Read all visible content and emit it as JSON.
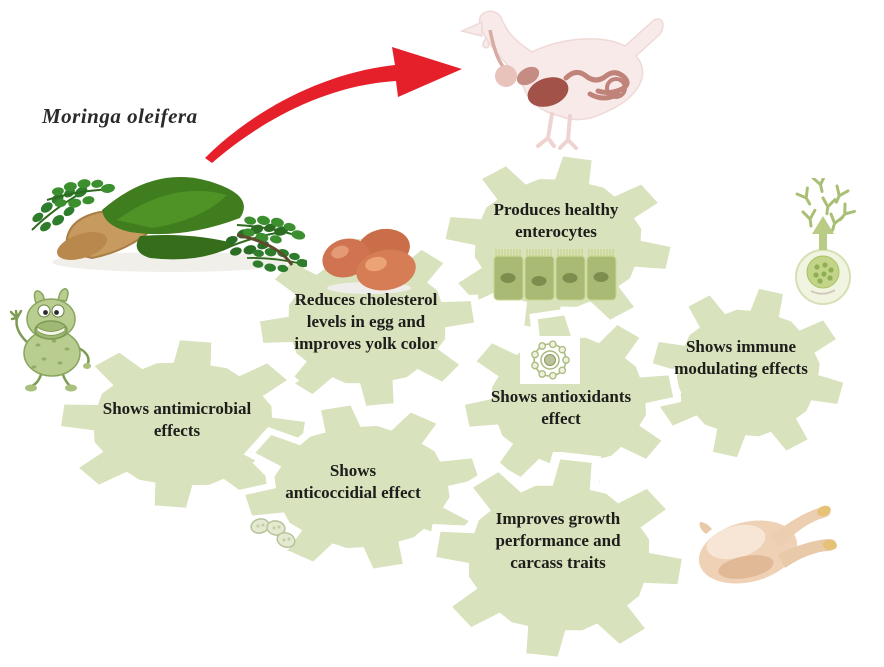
{
  "title": {
    "species_label": "Moringa oleifera"
  },
  "gears": [
    {
      "name": "enterocytes",
      "label": "Produces healthy\nenterocytes"
    },
    {
      "name": "cholesterol",
      "label": "Reduces cholesterol\nlevels in egg and\nimproves yolk color"
    },
    {
      "name": "immune",
      "label": "Shows immune\nmodulating effects"
    },
    {
      "name": "antioxidant",
      "label": "Shows antioxidants\neffect"
    },
    {
      "name": "antimicrobial",
      "label": "Shows antimicrobial\neffects"
    },
    {
      "name": "anticoccidial",
      "label": "Shows\nanticoccidial effect"
    },
    {
      "name": "growth",
      "label": "Improves growth\nperformance and\ncarcass traits"
    }
  ],
  "icons": {
    "moringa_photo": "moringa-leaves-and-powder",
    "hen_digestive": "hen-digestive-tract",
    "red_arrow": "curved-red-arrow",
    "eggs": "brown-eggs",
    "microbe": "cartoon-microbe",
    "enterocytes_cells": "intestinal-epithelium-cells",
    "antioxidant_molecule": "antioxidant-molecule",
    "immune_cell": "cell-releasing-antibodies",
    "oocysts": "coccidia-oocysts",
    "carcass": "raw-chicken-carcass"
  },
  "colors": {
    "gear_fill": "#d8e2bc",
    "gear_gap": "#ffffff",
    "label_text": "#1d1d1b",
    "arrow_red": "#e5202a",
    "egg_brown": "#cf7350",
    "hen_pink": "#f7eae9",
    "organ_dark": "#a3524a",
    "carcass_skin": "#efd2b6",
    "microbe_green": "#b9cd90",
    "cell_green": "#a9ba74"
  }
}
